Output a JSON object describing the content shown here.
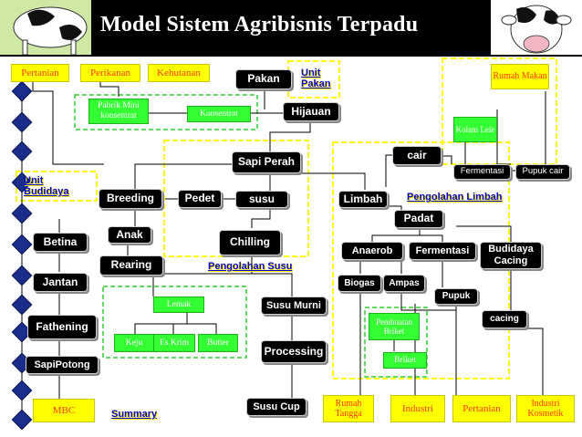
{
  "title": "Model Sistem Agribisnis Terpadu",
  "colors": {
    "black_box": "#000000",
    "yellow_box": "#ffff00",
    "green_box": "#33ff33",
    "dashed_yellow": "#ffff00",
    "dashed_green": "#33cc33",
    "diamond": "#1a2d8c"
  },
  "nodes": {
    "pertanian_top": "Pertanian",
    "perikanan": "Perikanan",
    "kehutanan": "Kehutanan",
    "pakan": "Pakan",
    "unit_pakan": "Unit Pakan",
    "rumah_makan": "Rumah Makan",
    "pabrik_mini": "Pabrik Mini konsentrat",
    "konsentrat": "Konsentrat",
    "hijauan": "Hijauan",
    "kolam_lele": "Kolam Lele",
    "sapi_perah": "Sapi Perah",
    "cair": "cair",
    "fermentasi_top": "Fermentasi",
    "pupuk_cair": "Pupuk cair",
    "unit_budidaya": "Unit Budidaya",
    "breeding": "Breeding",
    "pedet": "Pedet",
    "susu": "susu",
    "limbah": "Limbah",
    "pengolahan_limbah": "Pengolahan Limbah",
    "padat": "Padat",
    "anak": "Anak",
    "betina": "Betina",
    "chilling": "Chilling",
    "anaerob": "Anaerob",
    "fermentasi_mid": "Fermentasi",
    "budidaya_cacing": "Budidaya Cacing",
    "rearing": "Rearing",
    "pengolahan_susu": "Pengolahan Susu",
    "jantan": "Jantan",
    "biogas": "Biogas",
    "ampas": "Ampas",
    "pupuk": "Pupuk",
    "lemak": "Lemak",
    "susu_murni": "Susu Murni",
    "pembuatan_briket": "Pembuatan Briket",
    "cacing": "cacing",
    "fathening": "Fathening",
    "keju": "Keju",
    "es_krim": "Es Krim",
    "butter": "Butter",
    "processing": "Processing",
    "briket": "Briket",
    "sapipotong": "SapiPotong",
    "mbc": "MBC",
    "summary": "Summary",
    "susu_cup": "Susu Cup",
    "rumah_tangga": "Rumah Tangga",
    "industri": "Industri",
    "pertanian_bottom": "Pertanian",
    "industri_kosmetik": "Industri Kosmetik"
  }
}
